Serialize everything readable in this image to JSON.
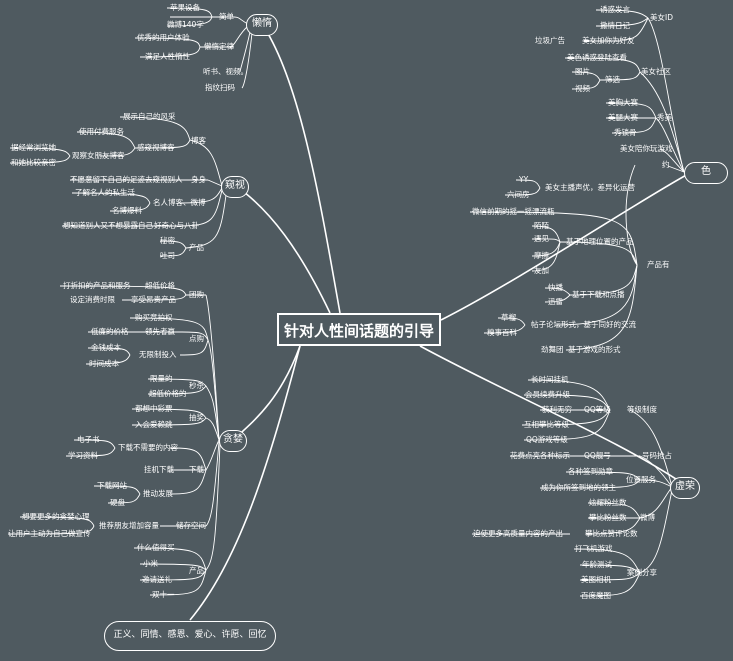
{
  "center": "针对人性间话题的引导",
  "categories": {
    "lazy": "懒惰",
    "peek": "窥视",
    "greed": "贪婪",
    "color": "色",
    "vanity": "虚荣",
    "virtue": "正义、同情、感恩、爱心、许愿、回忆"
  },
  "lazy": {
    "simple": "简单",
    "simple_items": [
      "苹果设备",
      "微博140字"
    ],
    "law": "懒惰定律",
    "law_items": [
      "优秀的用户体验",
      "满足人性惰性"
    ],
    "others": [
      "听书、视频。",
      "指纹扫码"
    ]
  },
  "peek": {
    "blog": "博客",
    "blog_a": "展示自己的风采",
    "blog_b": "感窥视博客",
    "blog_b1": "使用付费服务",
    "blog_b2": "观察女朋友博客",
    "blog_b2a": "据经常浏览她",
    "blog_b2b": "和她比较亲密",
    "body": "身身",
    "body_a": "不愿意留下自己的足迹去窥视别人",
    "celeb": "名人博客、微博",
    "celeb_a": "了解名人的私生活",
    "celeb_b": "名博爆料",
    "curious": "好奇心与八卦",
    "curious_a": "想知道别人又不想暴露自己",
    "product": "产品",
    "product_items": [
      "秘密",
      "吐司"
    ]
  },
  "greed": {
    "group": "团购",
    "low": "超低价格",
    "low_a": "打折扣的产品和服务",
    "enjoy": "享受昂贵产品",
    "enjoy_a": "设定消费时限",
    "auction": "点购",
    "auction_items": [
      "购买竞拍权"
    ],
    "lead": "领先者赢",
    "lead_a": "低廉的价格",
    "limitless": "无限制投入",
    "limitless_items": [
      "金钱成本",
      "时间成本"
    ],
    "spike": "秒杀",
    "spike_items": [
      "限量的",
      "超低价格的"
    ],
    "lottery": "抽奖",
    "lottery_items": [
      "都想中彩票",
      "入会爱赖跳"
    ],
    "download": "下载",
    "dl_unneeded": "下载不需要的内容",
    "dl_unneeded_items": [
      "电子书",
      "学习资料"
    ],
    "dl_hang": "挂机下载",
    "dl_promote": "推动发展",
    "dl_promote_items": [
      "下载网站",
      "硬盘"
    ],
    "storage": "储存空间",
    "storage_a": "推荐朋友增加容量",
    "storage_a1": "想要更多的贪婪心理",
    "storage_a2": "让用户主动为自己做宣传",
    "product": "产品",
    "product_items": [
      "什么值得买",
      "小米",
      "邀请送礼",
      "双十一"
    ]
  },
  "color": {
    "girl_id": "美女ID",
    "girl_id_items": [
      "诱惑发言",
      "撒情日记"
    ],
    "girl_add": "美女加你为好友",
    "girl_add_a": "垃圾广告",
    "community": "美女社区",
    "community_a": "美色诱惑登陆查看",
    "filter": "筛选",
    "filter_items": [
      "图片",
      "视频"
    ],
    "show": "秀美",
    "show_items": [
      "美胸大赛",
      "美腿大赛",
      "秀锁骨"
    ],
    "girl_game": "美女陪你玩游戏",
    "date": "约",
    "anchor": "美女主播声优，差异化运营",
    "anchor_items": [
      "YY",
      "六间房"
    ],
    "product": "产品有",
    "wechat_early": "微信前期的摇一摇漂流瓶",
    "location": "基于地理位置的产品",
    "location_items": [
      "陌陌",
      "遇见",
      "摩擦",
      "友加"
    ],
    "download": "基于下载和点播",
    "download_items": [
      "快播",
      "迅雷"
    ],
    "forum": "帖子论坛形式，基于同好的交流",
    "forum_items": [
      "草榴",
      "糗事百科"
    ],
    "game": "基于游戏的形式",
    "game_a": "劲舞团"
  },
  "vanity": {
    "rank": "等级制度",
    "qq_level": "QQ等级",
    "qq_level_items": [
      "长时间挂机",
      "会员续费升级",
      "获利无穷",
      "互相攀比等级",
      "QQ游戏等级"
    ],
    "qq_num": "号码抢占",
    "qq_num_a": "QQ靓号",
    "qq_num_a1": "花费点亮各种标示",
    "location": "位置服务",
    "location_items": [
      "各种签到勋章",
      "成为你所签到地的领主"
    ],
    "weibo": "微博",
    "weibo_a": "炫耀粉丝数",
    "weibo_b": "攀比粉丝数",
    "weibo_c": "攀比点赞评论数",
    "weibo_c1": "迫使更多高质量内容的产出",
    "share": "案例分享",
    "share_items": [
      "打飞机游戏",
      "年龄测试",
      "美图相机",
      "百度魔图"
    ]
  }
}
